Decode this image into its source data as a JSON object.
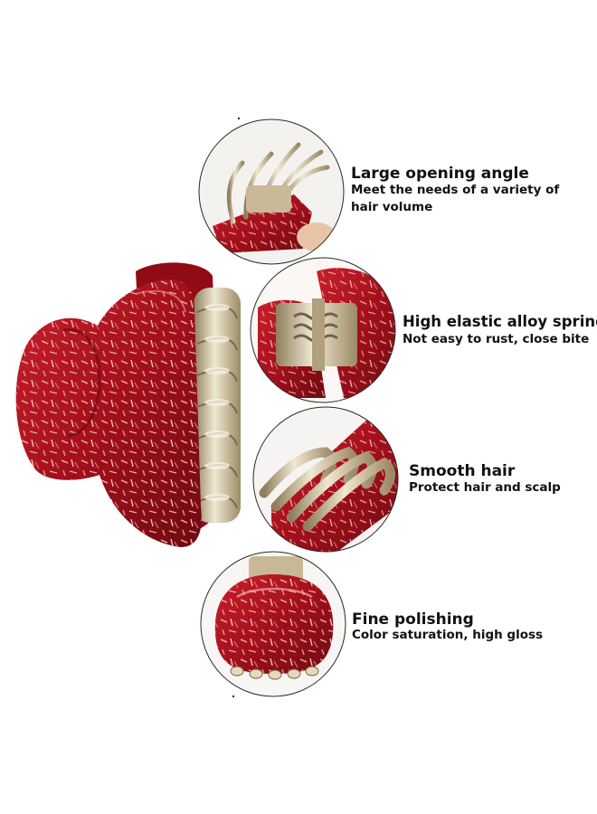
{
  "colors": {
    "acrylic_red": "#b3121c",
    "acrylic_dark": "#6e0a10",
    "glitter": "#e8a0a8",
    "gold_metal": "#d8c9a8",
    "text": "#111111",
    "background": "#ffffff"
  },
  "features": [
    {
      "title": "Large opening angle",
      "lines": [
        "Meet the needs of a variety of",
        "hair volume"
      ]
    },
    {
      "title": "High elastic alloy spring",
      "lines": [
        "Not easy to rust, close bite"
      ]
    },
    {
      "title": "Smooth hair",
      "lines": [
        "Protect hair and scalp"
      ]
    },
    {
      "title": "Fine polishing",
      "lines": [
        "Color saturation, high gloss"
      ]
    }
  ]
}
